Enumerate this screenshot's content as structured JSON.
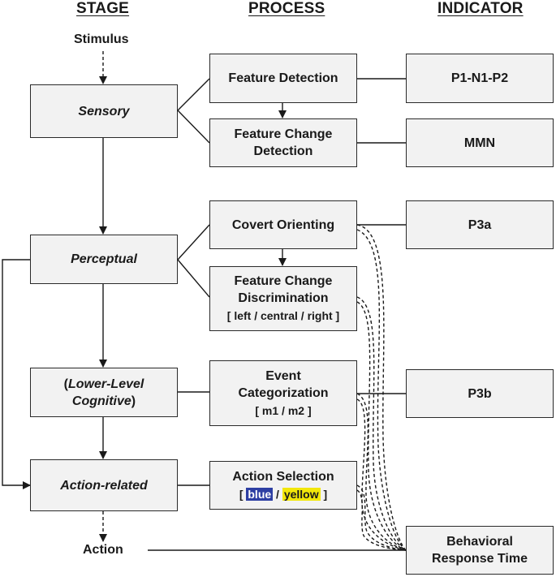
{
  "headers": {
    "stage": "STAGE",
    "process": "PROCESS",
    "indicator": "INDICATOR"
  },
  "stimulus": "Stimulus",
  "action": "Action",
  "stages": {
    "sensory": "Sensory",
    "perceptual": "Perceptual",
    "lower_open": "(",
    "lower_line1": "Lower-Level",
    "lower_line2": "Cognitive",
    "lower_close": ")",
    "action_related": "Action-related"
  },
  "processes": {
    "feature_detection": "Feature Detection",
    "feature_change_detection_1": "Feature Change",
    "feature_change_detection_2": "Detection",
    "covert_orienting": "Covert Orienting",
    "fcd_1": "Feature Change",
    "fcd_2": "Discrimination",
    "fcd_options": "[ left / central / right ]",
    "event_cat_1": "Event",
    "event_cat_2": "Categorization",
    "event_cat_options": "[ m1 / m2 ]",
    "action_selection": "Action Selection",
    "bracket_open": "[",
    "blue": "blue",
    "slash": "/",
    "yellow": "yellow",
    "bracket_close": "]"
  },
  "indicators": {
    "p1n1p2": "P1-N1-P2",
    "mmn": "MMN",
    "p3a": "P3a",
    "p3b": "P3b",
    "brt_1": "Behavioral",
    "brt_2": "Response Time"
  },
  "colors": {
    "blue_highlight": "#2d3fa3",
    "yellow_highlight": "#f2e70a",
    "box_fill": "#f2f2f2"
  }
}
